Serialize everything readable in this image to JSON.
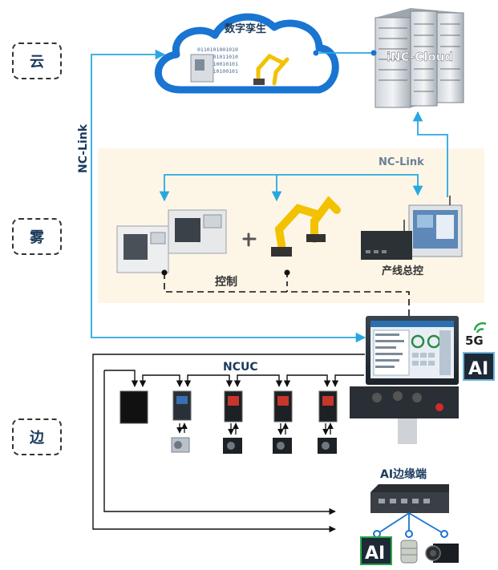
{
  "tiers": {
    "cloud": "云",
    "fog": "雾",
    "edge": "边"
  },
  "labels": {
    "digital_twin": "数字孪生",
    "inc_cloud": "iNC-Cloud",
    "nc_link_vertical": "NC-Link",
    "nc_link_fog": "NC-Link",
    "control": "控制",
    "line_control": "产线总控",
    "ncuc": "NCUC",
    "ai_edge": "AI边缘端",
    "fiveg": "5G",
    "ai_badge": "AI",
    "ai_chip": "AI"
  },
  "binary_rows": [
    "0110101001010",
    "1010101011010",
    "0101010010101",
    "1001010100101"
  ],
  "colors": {
    "cyan_link": "#29a8e0",
    "fog_bg": "#fdf6e7",
    "cloud_blue": "#1a74d1",
    "dark_text": "#1b3a5c"
  }
}
